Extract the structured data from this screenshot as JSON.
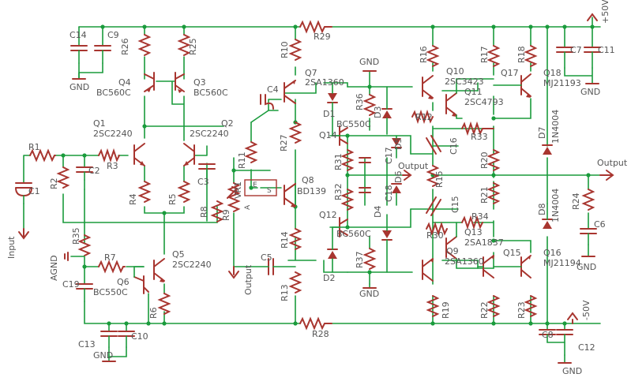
{
  "colors": {
    "wire": "#1a9b3c",
    "component": "#a8352f",
    "label": "#555555",
    "background": "#ffffff"
  },
  "rails": {
    "pos": "+50V",
    "neg": "-50V"
  },
  "nets": {
    "gnd": "GND",
    "agnd": "AGND",
    "input": "Input",
    "output": "Output"
  },
  "components": {
    "R1": "R1",
    "R2": "R2",
    "R3": "R3",
    "R4": "R4",
    "R5": "R5",
    "R6": "R6",
    "R7": "R7",
    "R8": "R8",
    "R9": "R9",
    "R10": "R10",
    "R11": "R11",
    "R12": "R12",
    "R13": "R13",
    "R14": "R14",
    "R15": "R15",
    "R16": "R16",
    "R17": "R17",
    "R18": "R18",
    "R19": "R19",
    "R20": "R20",
    "R21": "R21",
    "R22": "R22",
    "R23": "R23",
    "R24": "R24",
    "R25": "R25",
    "R26": "R26",
    "R27": "R27",
    "R28": "R28",
    "R29": "R29",
    "R30": "R30",
    "R31": "R31",
    "R32": "R32",
    "R33": "R33",
    "R34": "R34",
    "R35": "R35",
    "R36": "R36",
    "R37": "R37",
    "VR1": "VR1",
    "C1": "C1",
    "C2": "C2",
    "C3": "C3",
    "C4": "C4",
    "C5": "C5",
    "C6": "C6",
    "C7": "C7",
    "C8": "C8",
    "C9": "C9",
    "C10": "C10",
    "C11": "C11",
    "C12": "C12",
    "C13": "C13",
    "C14": "C14",
    "C15": "C15",
    "C16": "C16",
    "C17": "C17",
    "C18": "C18",
    "C19": "C19",
    "D1": "D1",
    "D2": "D2",
    "D3": "D3",
    "D4": "D4",
    "D5": "D5",
    "D6": "D6",
    "D7": "D7",
    "D8": "D8",
    "Q1": "Q1",
    "Q2": "Q2",
    "Q3": "Q3",
    "Q4": "Q4",
    "Q5": "Q5",
    "Q6": "Q6",
    "Q7": "Q7",
    "Q8": "Q8",
    "Q9": "Q9",
    "Q10": "Q10",
    "Q11": "Q11",
    "Q12": "Q12",
    "Q13": "Q13",
    "Q14": "Q14",
    "Q15": "Q15",
    "Q16": "Q16",
    "Q17": "Q17",
    "Q18": "Q18"
  },
  "parts": {
    "Q1": "2SC2240",
    "Q2": "2SC2240",
    "Q3": "BC560C",
    "Q4": "BC560C",
    "Q5": "2SC2240",
    "Q6": "BC550C",
    "Q7": "2SA1360",
    "Q8": "BD139",
    "Q9": "2SA1360",
    "Q10": "2SC3423",
    "Q11": "2SC4793",
    "Q12": "BC560C",
    "Q13": "2SA1837",
    "Q14": "BC550C",
    "Q16": "MJ21194",
    "Q18": "MJ21193",
    "D7": "1N4004",
    "D8": "1N4004"
  },
  "pot_pins": {
    "e": "E",
    "s": "S",
    "a": "A"
  }
}
